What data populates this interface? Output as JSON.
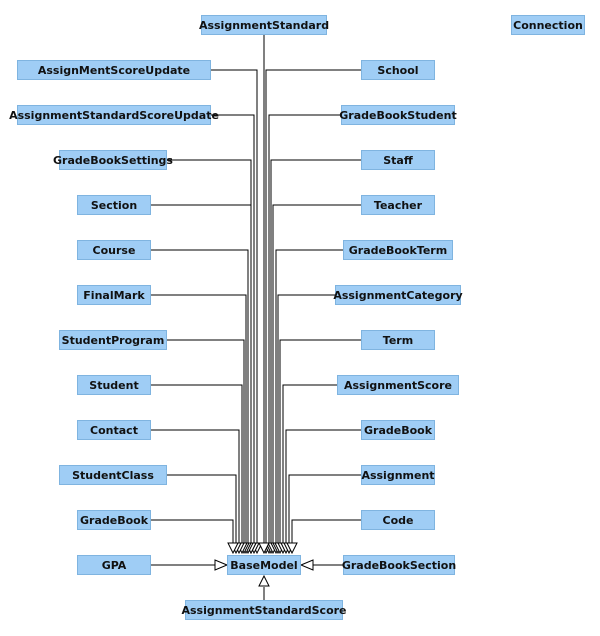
{
  "diagram": {
    "type": "uml-class-inheritance",
    "colors": {
      "node_fill": "#9fcdf5",
      "node_border": "#7fb4e0",
      "edge": "#000000",
      "background": "#ffffff"
    },
    "root": "BaseModel",
    "nodes": [
      "AssignmentStandard",
      "Connection",
      "AssignMentScoreUpdate",
      "School",
      "AssignmentStandardScoreUpdate",
      "GradeBookStudent",
      "GradeBookSettings",
      "Staff",
      "Section",
      "Teacher",
      "Course",
      "GradeBookTerm",
      "FinalMark",
      "AssignmentCategory",
      "StudentProgram",
      "Term",
      "Student",
      "AssignmentScore",
      "Contact",
      "GradeBook",
      "StudentClass",
      "Assignment",
      "GradeBook",
      "Code",
      "GPA",
      "BaseModel",
      "GradeBookSection",
      "AssignmentStandardScore"
    ],
    "edges": [
      {
        "from": 0,
        "to": 25
      },
      {
        "from": 2,
        "to": 25
      },
      {
        "from": 3,
        "to": 25
      },
      {
        "from": 4,
        "to": 25
      },
      {
        "from": 5,
        "to": 25
      },
      {
        "from": 6,
        "to": 25
      },
      {
        "from": 7,
        "to": 25
      },
      {
        "from": 8,
        "to": 25
      },
      {
        "from": 9,
        "to": 25
      },
      {
        "from": 10,
        "to": 25
      },
      {
        "from": 11,
        "to": 25
      },
      {
        "from": 12,
        "to": 25
      },
      {
        "from": 13,
        "to": 25
      },
      {
        "from": 14,
        "to": 25
      },
      {
        "from": 15,
        "to": 25
      },
      {
        "from": 16,
        "to": 25
      },
      {
        "from": 17,
        "to": 25
      },
      {
        "from": 18,
        "to": 25
      },
      {
        "from": 19,
        "to": 25
      },
      {
        "from": 20,
        "to": 25
      },
      {
        "from": 21,
        "to": 25
      },
      {
        "from": 22,
        "to": 25
      },
      {
        "from": 23,
        "to": 25
      },
      {
        "from": 24,
        "to": 25
      },
      {
        "from": 26,
        "to": 25
      },
      {
        "from": 27,
        "to": 25
      }
    ]
  }
}
